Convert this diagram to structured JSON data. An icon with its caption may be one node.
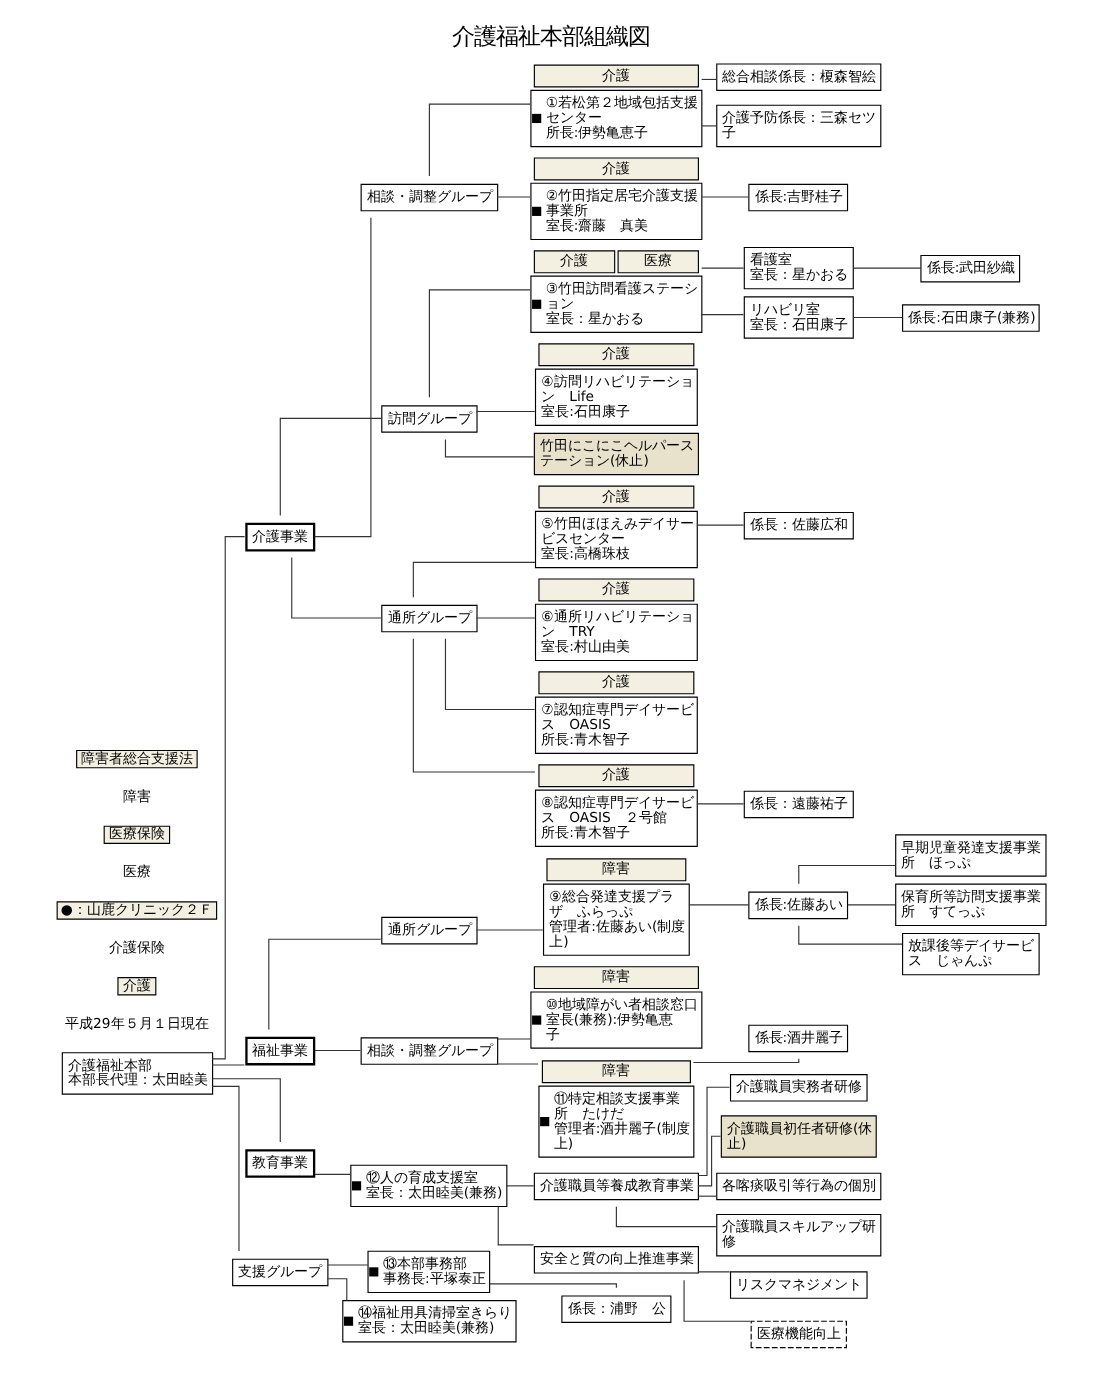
{
  "diagram": {
    "title": "介護福祉本部組織図",
    "nodes": [
      {
        "text": [
          "介護福祉本部",
          "本部長代理：太田睦美"
        ]
      },
      {
        "text": [
          "介護事業"
        ]
      },
      {
        "text": [
          "相談・調整グループ"
        ]
      },
      {
        "text": [
          "①若松第２地域包括支援センター",
          "所長:伊勢亀恵子"
        ],
        "beside": [
          "介護"
        ]
      },
      {
        "text": [
          "総合相談係長：榎森智絵"
        ]
      },
      {
        "text": [
          "介護予防係長：三森セツ子"
        ]
      },
      {
        "text": [
          "②竹田指定居宅介護支援事業所",
          "室長:齋藤　真美"
        ],
        "beside": [
          "介護"
        ]
      },
      {
        "text": [
          "係長:吉野桂子"
        ]
      },
      {
        "text": [
          "訪問グループ"
        ]
      },
      {
        "text": [
          "③竹田訪問看護ステーション",
          "室長：星かおる"
        ],
        "beside": [
          "介護",
          "医療"
        ]
      },
      {
        "text": [
          "看護室",
          "室長：星かおる"
        ]
      },
      {
        "text": [
          "係長:武田紗織"
        ]
      },
      {
        "text": [
          "リハビリ室",
          "室長：石田康子"
        ]
      },
      {
        "text": [
          "係長:石田康子(兼務)"
        ]
      },
      {
        "text": [
          "④訪問リハビリテーション　Life",
          "室長:石田康子"
        ],
        "beside": [
          "介護"
        ]
      },
      {
        "text": [
          "竹田にこにこヘルパーステーション(休止)"
        ]
      },
      {
        "text": [
          "通所グループ"
        ]
      },
      {
        "text": [
          "⑤竹田ほほえみデイサービスセンター",
          "室長:高橋珠枝"
        ],
        "beside": [
          "介護"
        ]
      },
      {
        "text": [
          "係長：佐藤広和"
        ]
      },
      {
        "text": [
          "⑥通所リハビリテーション　TRY",
          "室長:村山由美"
        ],
        "beside": [
          "介護"
        ]
      },
      {
        "text": [
          "⑦認知症専門デイサービス　OASIS",
          "所長:青木智子"
        ],
        "beside": [
          "介護"
        ]
      },
      {
        "text": [
          "⑧認知症専門デイサービス　OASIS　２号館",
          "所長:青木智子"
        ],
        "beside": [
          "介護"
        ]
      },
      {
        "text": [
          "係長：遠藤祐子"
        ]
      },
      {
        "text": [
          "福祉事業"
        ]
      },
      {
        "text": [
          "通所グループ"
        ]
      },
      {
        "text": [
          "⑨総合発達支援プラザ　ふらっぷ",
          "管理者:佐藤あい(制度上)"
        ],
        "beside": [
          "障害"
        ]
      },
      {
        "text": [
          "係長:佐藤あい"
        ]
      },
      {
        "text": [
          "早期児童発達支援事業所　ほっぷ"
        ]
      },
      {
        "text": [
          "保育所等訪問支援事業所　すてっぷ"
        ]
      },
      {
        "text": [
          "放課後等デイサービス　じゃんぷ"
        ]
      },
      {
        "text": [
          "相談・調整グループ"
        ]
      },
      {
        "text": [
          "⑩地域障がい者相談窓口",
          "室長(兼務):伊勢亀恵子"
        ],
        "beside": [
          "障害"
        ]
      },
      {
        "text": [
          "⑪特定相談支援事業所　たけだ",
          "管理者:酒井麗子(制度上)"
        ],
        "beside": [
          "障害"
        ]
      },
      {
        "text": [
          "係長:酒井麗子"
        ]
      },
      {
        "text": [
          "教育事業"
        ]
      },
      {
        "text": [
          "⑫人の育成支援室",
          "室長：太田睦美(兼務)"
        ]
      },
      {
        "text": [
          "介護職員等養成教育事業"
        ]
      },
      {
        "text": [
          "介護職員実務者研修"
        ]
      },
      {
        "text": [
          "介護職員初任者研修(休止)"
        ]
      },
      {
        "text": [
          "各喀痰吸引等行為の個別"
        ]
      },
      {
        "text": [
          "介護職員スキルアップ研修"
        ]
      },
      {
        "text": [
          "安全と質の向上推進事業"
        ]
      },
      {
        "text": [
          "リスクマネジメント"
        ]
      },
      {
        "text": [
          "医療機能向上"
        ]
      },
      {
        "text": [
          "支援グループ"
        ]
      },
      {
        "text": [
          "⑬本部事務部",
          "事務長:平塚泰正"
        ]
      },
      {
        "text": [
          "係長：浦野　公"
        ]
      },
      {
        "text": [
          "⑭福祉用具清掃室きらり",
          "室長：太田睦美(兼務)"
        ]
      }
    ],
    "edges": [
      {
        "from": 0,
        "to": 1,
        "arrow": "none"
      },
      {
        "from": 1,
        "to": 2,
        "arrow": "none"
      },
      {
        "from": 2,
        "to": 3,
        "arrow": "none"
      },
      {
        "from": 3,
        "to": 4,
        "arrow": "none"
      },
      {
        "from": 3,
        "to": 5,
        "arrow": "none"
      },
      {
        "from": 2,
        "to": 6,
        "arrow": "none"
      },
      {
        "from": 6,
        "to": 7,
        "arrow": "none"
      },
      {
        "from": 1,
        "to": 8,
        "arrow": "none"
      },
      {
        "from": 8,
        "to": 9,
        "arrow": "none"
      },
      {
        "from": 9,
        "to": 10,
        "arrow": "none"
      },
      {
        "from": 10,
        "to": 11,
        "arrow": "none"
      },
      {
        "from": 9,
        "to": 12,
        "arrow": "none"
      },
      {
        "from": 12,
        "to": 13,
        "arrow": "none"
      },
      {
        "from": 8,
        "to": 14,
        "arrow": "none"
      },
      {
        "from": 8,
        "to": 15,
        "arrow": "none"
      },
      {
        "from": 1,
        "to": 16,
        "arrow": "none"
      },
      {
        "from": 16,
        "to": 17,
        "arrow": "none"
      },
      {
        "from": 17,
        "to": 18,
        "arrow": "none"
      },
      {
        "from": 16,
        "to": 19,
        "arrow": "none"
      },
      {
        "from": 16,
        "to": 20,
        "arrow": "none"
      },
      {
        "from": 16,
        "to": 21,
        "arrow": "none"
      },
      {
        "from": 21,
        "to": 22,
        "arrow": "none"
      },
      {
        "from": 0,
        "to": 23,
        "arrow": "none"
      },
      {
        "from": 23,
        "to": 24,
        "arrow": "none"
      },
      {
        "from": 24,
        "to": 25,
        "arrow": "none"
      },
      {
        "from": 25,
        "to": 26,
        "arrow": "none"
      },
      {
        "from": 26,
        "to": 27,
        "arrow": "none"
      },
      {
        "from": 26,
        "to": 28,
        "arrow": "none"
      },
      {
        "from": 26,
        "to": 29,
        "arrow": "none"
      },
      {
        "from": 23,
        "to": 30,
        "arrow": "none"
      },
      {
        "from": 30,
        "to": 31,
        "arrow": "none"
      },
      {
        "from": 30,
        "to": 32,
        "arrow": "none"
      },
      {
        "from": 32,
        "to": 33,
        "arrow": "none"
      },
      {
        "from": 0,
        "to": 34,
        "arrow": "none"
      },
      {
        "from": 34,
        "to": 35,
        "arrow": "none"
      },
      {
        "from": 35,
        "to": 36,
        "arrow": "none"
      },
      {
        "from": 36,
        "to": 37,
        "arrow": "none"
      },
      {
        "from": 36,
        "to": 38,
        "arrow": "none"
      },
      {
        "from": 36,
        "to": 39,
        "arrow": "none"
      },
      {
        "from": 36,
        "to": 40,
        "arrow": "none"
      },
      {
        "from": 35,
        "to": 41,
        "arrow": "none"
      },
      {
        "from": 41,
        "to": 42,
        "arrow": "none"
      },
      {
        "from": 41,
        "to": 43,
        "arrow": "none"
      },
      {
        "from": 0,
        "to": 44,
        "arrow": "none"
      },
      {
        "from": 44,
        "to": 45,
        "arrow": "none"
      },
      {
        "from": 45,
        "to": 46,
        "arrow": "none"
      },
      {
        "from": 44,
        "to": 47,
        "arrow": "none"
      }
    ],
    "labels": [
      "平成29年５月１日現在",
      "介護",
      "介護保険",
      "●：山鹿クリニック２Ｆ",
      "医療",
      "医療保険",
      "障害",
      "障害者総合支援法"
    ]
  }
}
